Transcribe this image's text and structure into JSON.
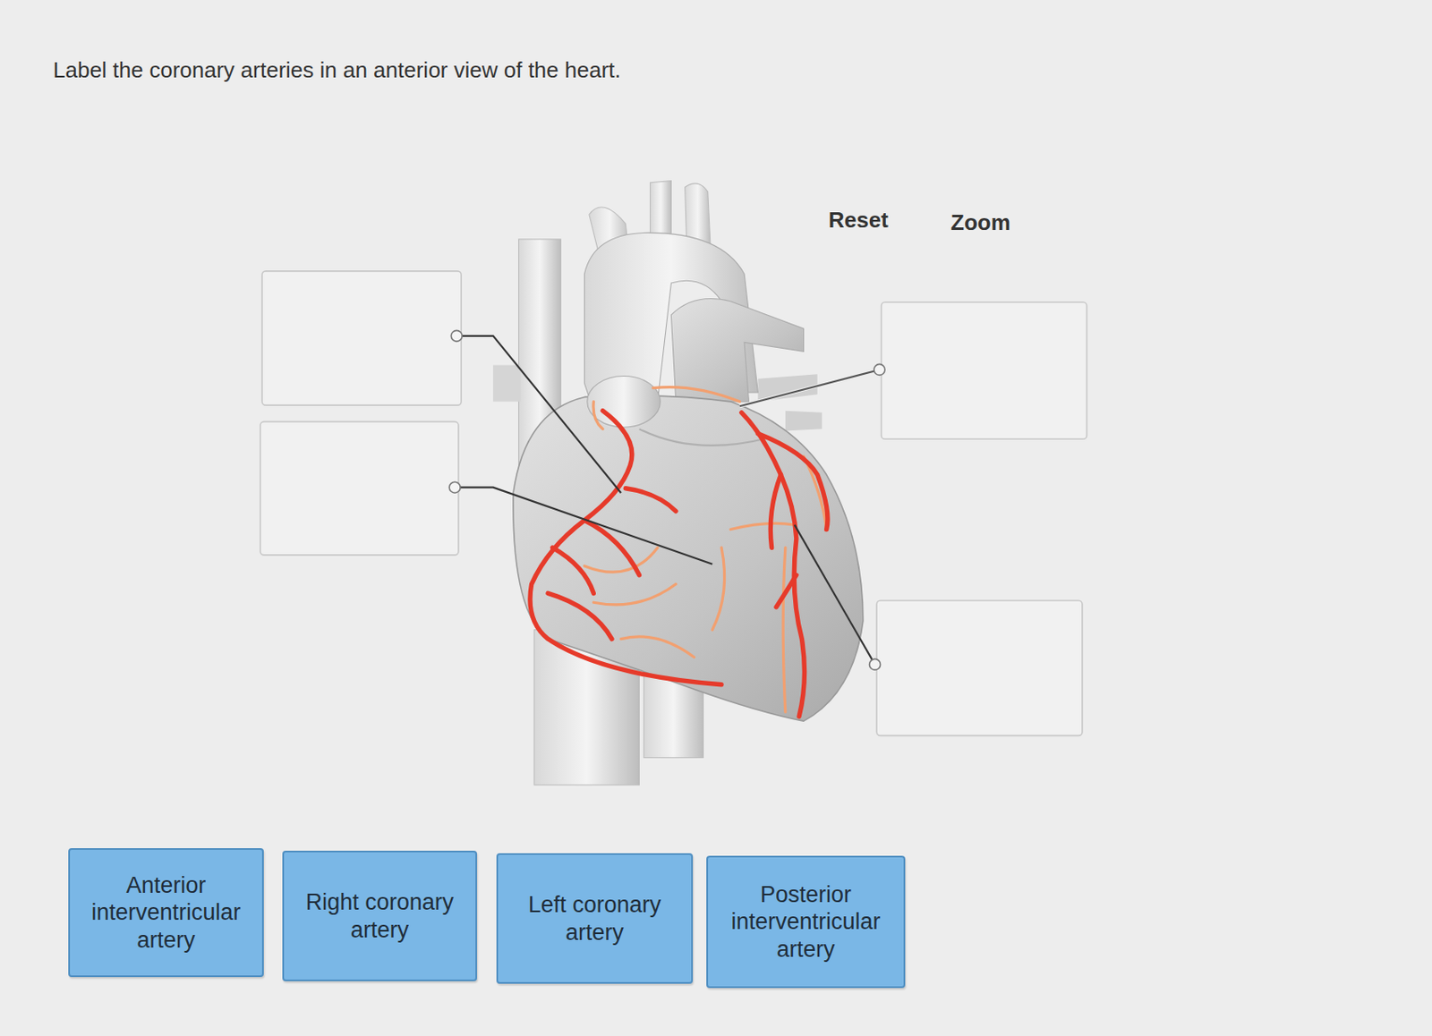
{
  "diagram": {
    "title": "Label the coronary arteries in an anterior view of the heart.",
    "nodes": [
      {
        "text": [
          "Anterior interventricular artery"
        ]
      },
      {
        "text": [
          "Right coronary artery"
        ]
      },
      {
        "text": [
          "Left coronary artery"
        ]
      },
      {
        "text": [
          "Posterior interventricular artery"
        ]
      }
    ],
    "labels": [
      "Reset",
      "Zoom"
    ]
  }
}
